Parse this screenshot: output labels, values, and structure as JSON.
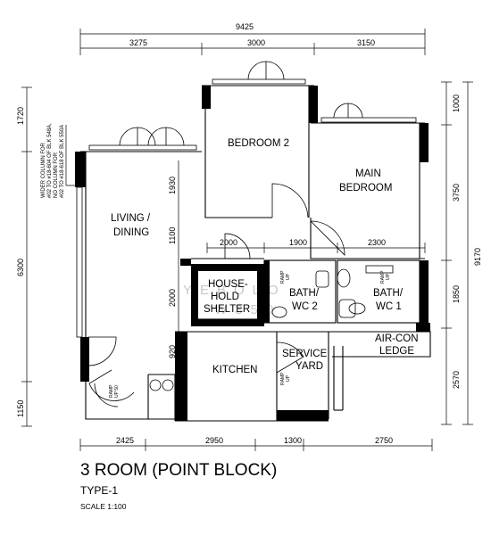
{
  "dimensions": {
    "overall_width": "9425",
    "top": [
      "3275",
      "3000",
      "3150"
    ],
    "bottom": [
      "2425",
      "2950",
      "1300",
      "2750"
    ],
    "left": [
      "1720",
      "6300",
      "1150"
    ],
    "right_inner": [
      "1000",
      "3750",
      "1850",
      "2570"
    ],
    "right_overall": "9170",
    "interior": [
      "1930",
      "1100",
      "2000",
      "920",
      "2000",
      "1900",
      "2300"
    ]
  },
  "rooms": {
    "bedroom2": "BEDROOM 2",
    "main_bedroom": [
      "MAIN",
      "BEDROOM"
    ],
    "living_dining": [
      "LIVING /",
      "DINING"
    ],
    "shelter": [
      "HOUSE-",
      "HOLD",
      "SHELTER"
    ],
    "bath2": [
      "BATH/",
      "WC 2"
    ],
    "bath1": [
      "BATH/",
      "WC 1"
    ],
    "aircon": [
      "AIR-CON",
      "LEDGE"
    ],
    "kitchen": "KITCHEN",
    "service_yard": [
      "SERVICE",
      "YARD"
    ]
  },
  "ramp_labels": [
    "RAMP",
    "UP"
  ],
  "ramp_fifty": [
    "RAMP",
    "UP 50"
  ],
  "column_note": [
    "WIDER COLUMN FOR",
    "#02 TO #18-604 OF BLK 548A,",
    "NO COLUMN FOR",
    "#02 TO #18-618 OF BLK 550A"
  ],
  "watermark": [
    "YEBOLO",
    "W350"
  ],
  "title": {
    "heading": "3 ROOM (POINT BLOCK)",
    "type": "TYPE-1",
    "scale": "SCALE 1:100"
  }
}
